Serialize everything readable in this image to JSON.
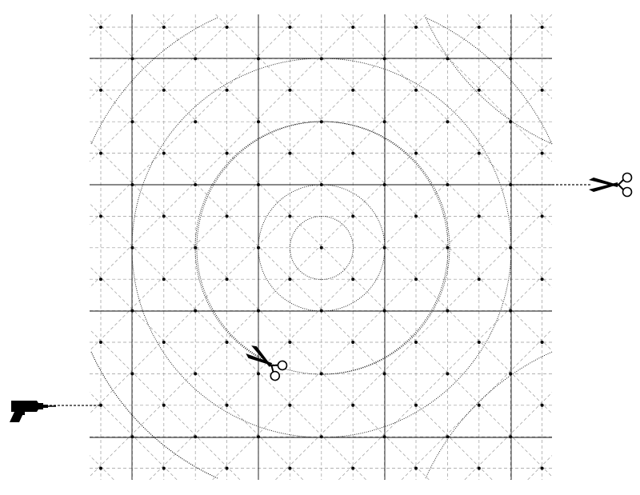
{
  "diagram": {
    "kind": "cutting-pattern-grid",
    "palette": {
      "background": "#ffffff",
      "line": "#111111",
      "guide": "#9a9a9a",
      "dot": "#000000"
    },
    "grid": {
      "solid_line_count_per_axis": 4,
      "dashed_line_count_per_axis": 15,
      "dots_per_row": 8,
      "dot_rows": 15
    },
    "concentric_circles": 5,
    "outer_arc_corners": [
      "top-left",
      "top-right",
      "bottom-left",
      "bottom-right"
    ]
  },
  "icons": {
    "scissors_right": "scissors-icon",
    "scissors_center": "scissors-icon",
    "drill": "drill-icon"
  }
}
